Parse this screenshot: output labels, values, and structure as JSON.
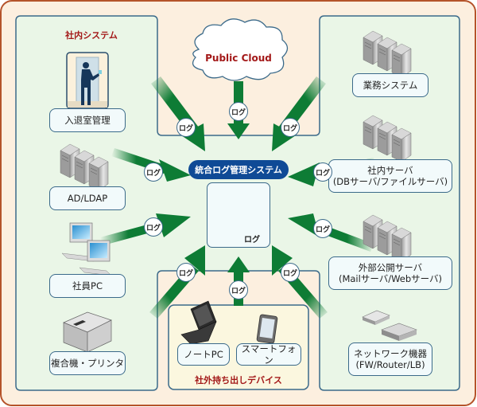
{
  "colors": {
    "outer_bg": "#fcefdf",
    "outer_border": "#b5532a",
    "panel_bg": "#eaf6e7",
    "panel_border": "#3b6a8a",
    "device_bg": "#fbf7df",
    "arrow": "#0e7c35",
    "title_red": "#a31818",
    "core_blue": "#0f4a96"
  },
  "groups": {
    "internal_title": "社内システム",
    "mobile_title": "社外持ち出しデバイス"
  },
  "cloud": {
    "label": "Public Cloud"
  },
  "core": {
    "title": "統合ログ管理システム",
    "log_label": "ログ"
  },
  "badge_label": "ログ",
  "left_nodes": [
    {
      "label": "入退室管理",
      "icon": "door-access-icon"
    },
    {
      "label": "AD/LDAP",
      "icon": "server-rack-icon"
    },
    {
      "label": "社員PC",
      "icon": "desktop-pc-icon"
    },
    {
      "label": "複合機・プリンタ",
      "icon": "printer-icon"
    }
  ],
  "right_nodes": [
    {
      "label": "業務システム",
      "icon": "server-rack-icon"
    },
    {
      "label": "社内サーバ",
      "sub": "(DBサーバ/ファイルサーバ)",
      "icon": "server-rack-icon"
    },
    {
      "label": "外部公開サーバ",
      "sub": "(Mailサーバ/Webサーバ)",
      "icon": "server-rack-icon"
    },
    {
      "label": "ネットワーク機器",
      "sub": "(FW/Router/LB)",
      "icon": "network-device-icon"
    }
  ],
  "mobile_nodes": [
    {
      "label": "ノートPC",
      "icon": "laptop-icon"
    },
    {
      "label": "スマートフォン",
      "icon": "tablet-icon"
    }
  ]
}
